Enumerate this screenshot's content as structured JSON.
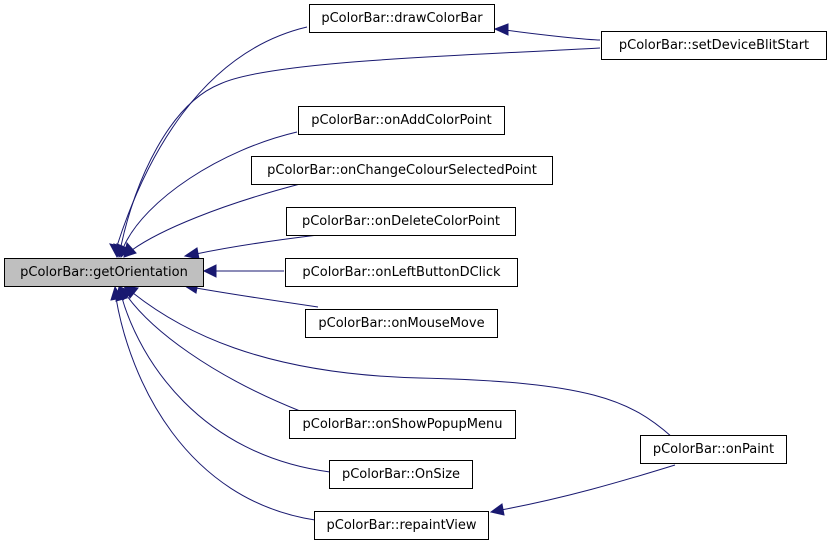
{
  "diagram": {
    "type": "call_graph",
    "colors": {
      "edge": "#191970",
      "focus_fill": "#bfbfbf",
      "node_fill": "#ffffff",
      "node_border": "#000000"
    },
    "nodes": {
      "getOrientation": "pColorBar::getOrientation",
      "drawColorBar": "pColorBar::drawColorBar",
      "setDeviceBlitStart": "pColorBar::setDeviceBlitStart",
      "onAddColorPoint": "pColorBar::onAddColorPoint",
      "onChangeColourSelectedPoint": "pColorBar::onChangeColourSelectedPoint",
      "onDeleteColorPoint": "pColorBar::onDeleteColorPoint",
      "onLeftButtonDClick": "pColorBar::onLeftButtonDClick",
      "onMouseMove": "pColorBar::onMouseMove",
      "onShowPopupMenu": "pColorBar::onShowPopupMenu",
      "OnSize": "pColorBar::OnSize",
      "repaintView": "pColorBar::repaintView",
      "onPaint": "pColorBar::onPaint"
    },
    "edges": [
      {
        "from": "drawColorBar",
        "to": "getOrientation"
      },
      {
        "from": "setDeviceBlitStart",
        "to": "getOrientation"
      },
      {
        "from": "setDeviceBlitStart",
        "to": "drawColorBar"
      },
      {
        "from": "onAddColorPoint",
        "to": "getOrientation"
      },
      {
        "from": "onChangeColourSelectedPoint",
        "to": "getOrientation"
      },
      {
        "from": "onDeleteColorPoint",
        "to": "getOrientation"
      },
      {
        "from": "onLeftButtonDClick",
        "to": "getOrientation"
      },
      {
        "from": "onMouseMove",
        "to": "getOrientation"
      },
      {
        "from": "onPaint",
        "to": "getOrientation"
      },
      {
        "from": "onShowPopupMenu",
        "to": "getOrientation"
      },
      {
        "from": "OnSize",
        "to": "getOrientation"
      },
      {
        "from": "repaintView",
        "to": "getOrientation"
      },
      {
        "from": "onPaint",
        "to": "repaintView"
      }
    ]
  }
}
